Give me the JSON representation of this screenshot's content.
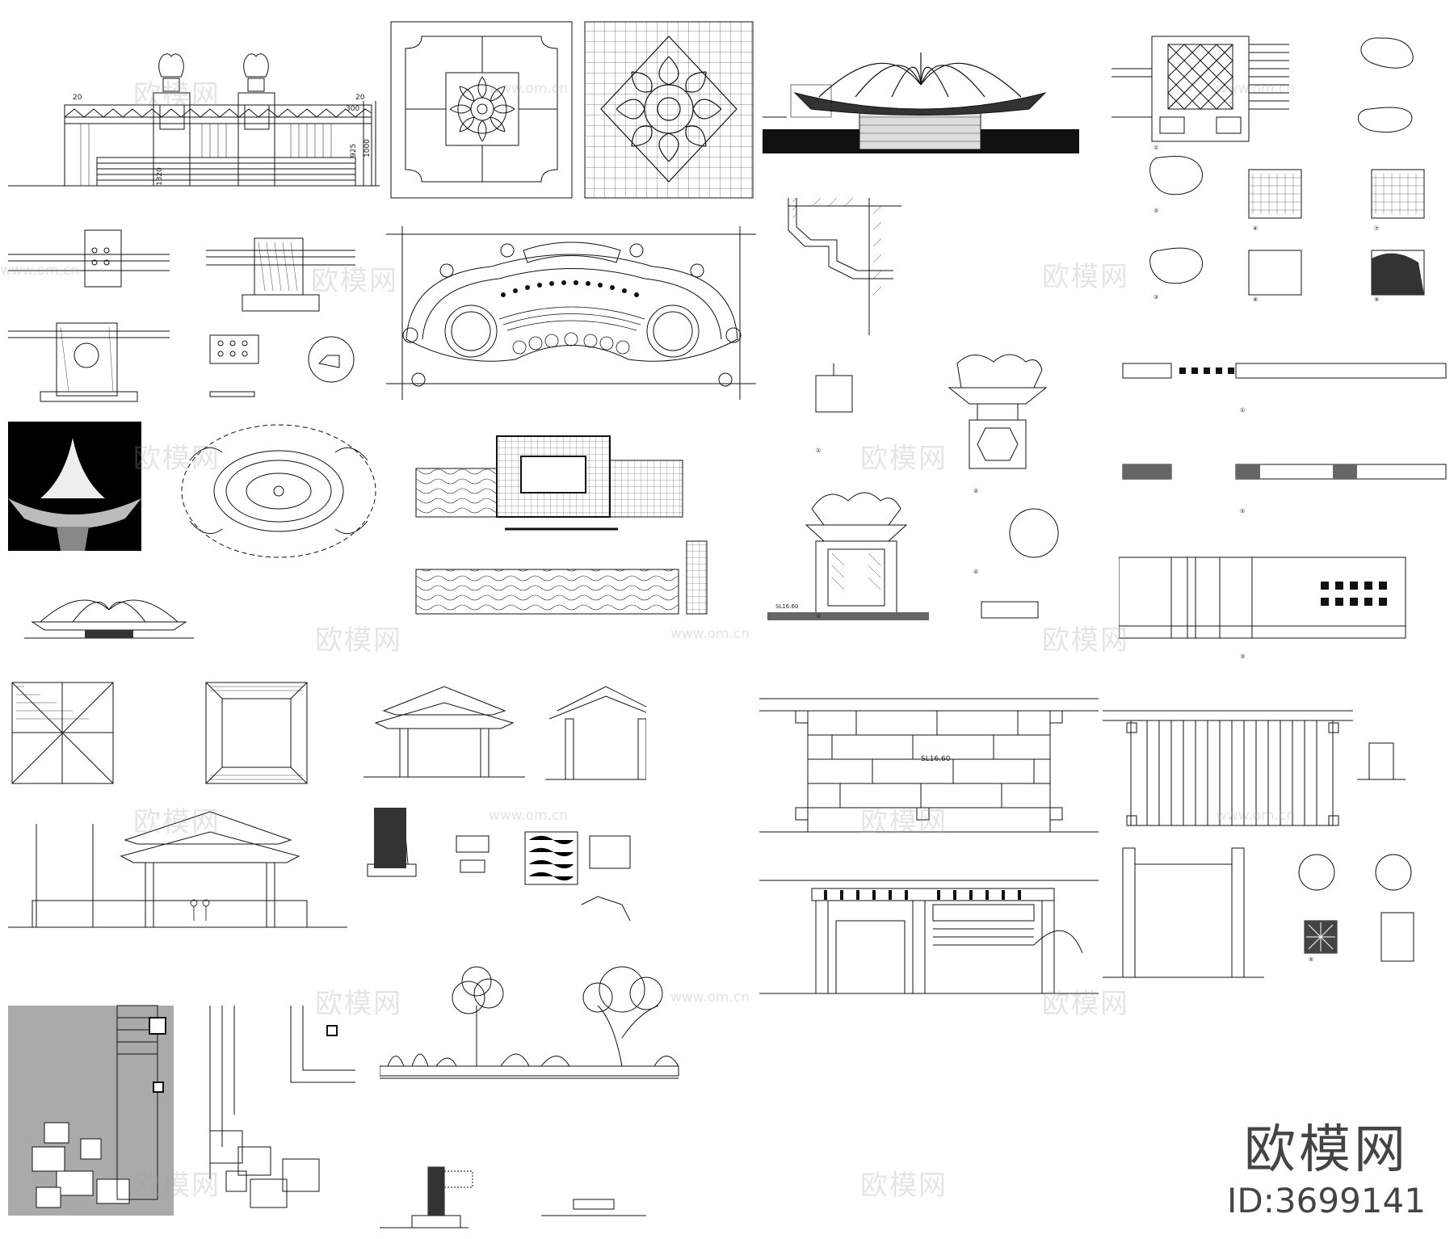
{
  "sheet": {
    "watermark": "欧模网",
    "watermark_url": "www.om.cn",
    "brand_name": "欧模网",
    "brand_id": "ID:3699141"
  },
  "dims": {
    "wall_left_20": "20",
    "wall_right_20": "20",
    "wall_300": "300",
    "wall_925": "925",
    "wall_1000": "1000",
    "wall_1320": "1320"
  },
  "labels": {
    "sl1660": "SL16.60",
    "sl1660b": "SL16.60",
    "fig1": "①",
    "fig2": "②",
    "fig3": "③",
    "fig4": "④",
    "fig5": "⑤",
    "fig6": "⑥",
    "fig7": "⑦",
    "fig8": "⑧",
    "fig9": "⑨"
  },
  "colors": {
    "line": "#111111",
    "watermark": "#a0a0a0",
    "brand": "#444444"
  }
}
